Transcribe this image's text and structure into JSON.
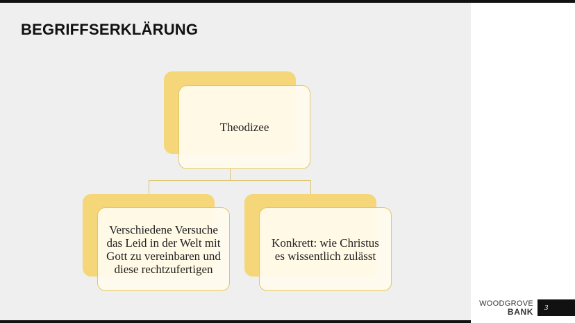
{
  "slide": {
    "title": "BEGRIFFSERKLÄRUNG",
    "page_number": "3"
  },
  "diagram": {
    "root": "Theodizee",
    "children": [
      "Verschiedene Versuche das Leid in der Welt mit Gott zu vereinbaren und diese rechtzufertigen",
      "Konkrett: wie Christus es wissentlich zulässt"
    ]
  },
  "brand": {
    "line1": "WOODGROVE",
    "line2": "BANK"
  },
  "colors": {
    "accent_gold": "#f5d77a",
    "card_border": "#e3c760",
    "slide_background": "#efefef"
  }
}
